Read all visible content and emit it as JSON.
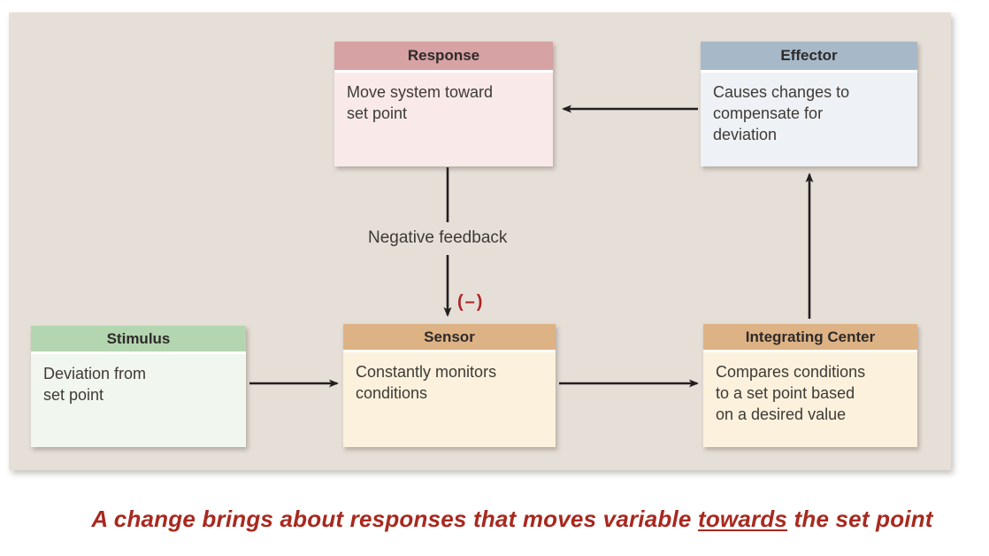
{
  "colors": {
    "panel_bg": "#e6dfd7",
    "arrow": "#231f20",
    "caption_red": "#a8291f",
    "minus_red": "#ae2328"
  },
  "boxes": {
    "response": {
      "title": "Response",
      "body": "Move system toward\nset point",
      "header_bg": "#d6a2a4",
      "body_bg": "#f9e9e9"
    },
    "effector": {
      "title": "Effector",
      "body": "Causes changes to\ncompensate for\ndeviation",
      "header_bg": "#a7b9c8",
      "body_bg": "#eef1f5"
    },
    "stimulus": {
      "title": "Stimulus",
      "body": "Deviation from\nset point",
      "header_bg": "#b3d5af",
      "body_bg": "#f1f7ef"
    },
    "sensor": {
      "title": "Sensor",
      "body": "Constantly monitors\nconditions",
      "header_bg": "#ddb285",
      "body_bg": "#fbf1dc"
    },
    "integrating_center": {
      "title": "Integrating Center",
      "body": "Compares conditions\nto a set point based\non a desired value",
      "header_bg": "#ddb285",
      "body_bg": "#fbf1dc"
    }
  },
  "labels": {
    "negative_feedback": "Negative feedback",
    "minus_symbol": "(–)"
  },
  "connections": [
    {
      "from": "Stimulus",
      "to": "Sensor",
      "type": "arrow"
    },
    {
      "from": "Sensor",
      "to": "Integrating Center",
      "type": "arrow"
    },
    {
      "from": "Integrating Center",
      "to": "Effector",
      "type": "arrow"
    },
    {
      "from": "Effector",
      "to": "Response",
      "type": "arrow"
    },
    {
      "from": "Response",
      "to": "Sensor",
      "type": "arrow",
      "label": "Negative feedback",
      "annotation": "(–)"
    }
  ],
  "caption": {
    "part1": "A change brings about responses that moves variable ",
    "underlined": "towards",
    "part2": " the set point"
  }
}
